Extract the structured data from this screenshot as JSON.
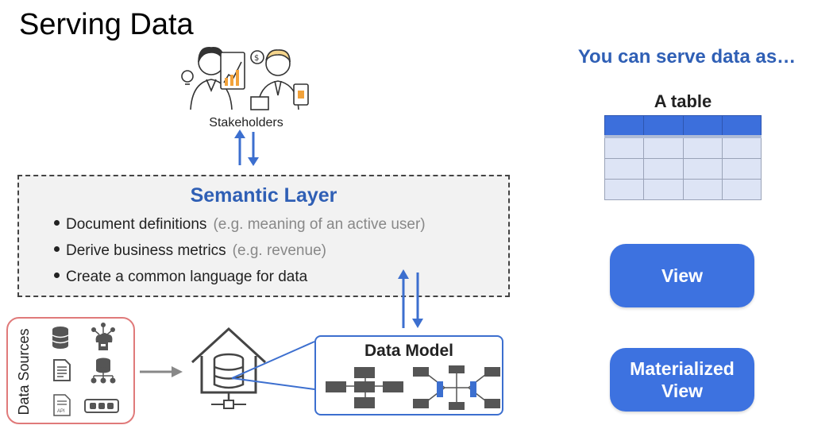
{
  "title": "Serving Data",
  "stakeholders": {
    "label": "Stakeholders",
    "icons": [
      "businesswoman-icon",
      "businessman-icon"
    ]
  },
  "semantic_layer": {
    "title": "Semantic Layer",
    "bullets": [
      {
        "text": "Document definitions",
        "example": "(e.g. meaning of an active user)"
      },
      {
        "text": "Derive business metrics",
        "example": "(e.g. revenue)"
      },
      {
        "text": "Create a common language for data",
        "example": ""
      }
    ]
  },
  "data_sources": {
    "label": "Data Sources",
    "icons": [
      "database-icon",
      "cloud-network-icon",
      "document-icon",
      "hierarchy-database-icon",
      "api-document-icon",
      "server-bar-icon"
    ],
    "api_text": "API"
  },
  "warehouse": {
    "icon": "data-warehouse-icon"
  },
  "data_model": {
    "title": "Data Model"
  },
  "serve": {
    "title": "You can serve data as…",
    "table_label": "A table",
    "view_label": "View",
    "materialized_label": "Materialized\nView"
  },
  "colors": {
    "accent": "#2f5fb5",
    "arrow": "#3c6fcf",
    "button": "#3d72e0",
    "sources_border": "#e07a7a"
  }
}
